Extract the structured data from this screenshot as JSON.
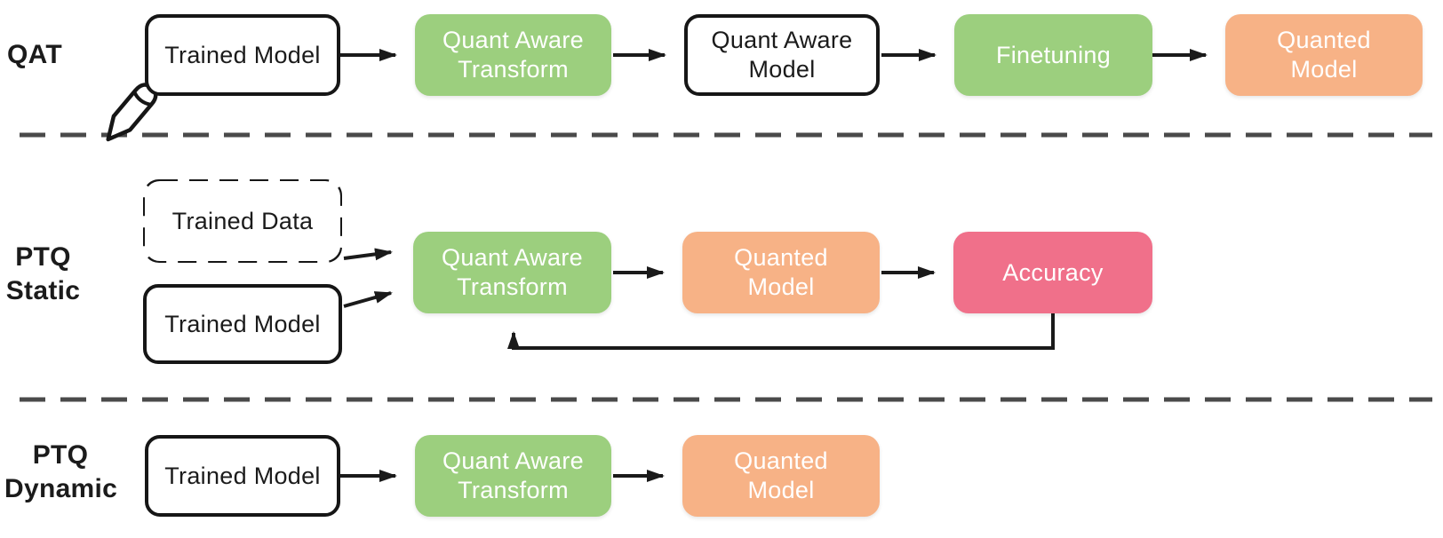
{
  "colors": {
    "process_green": "#9ccf7e",
    "result_orange": "#f7b286",
    "metric_red": "#f0708a",
    "box_border_black": "#161616",
    "arrow_black": "#1a1a1a",
    "divider_gray": "#4a4a4a"
  },
  "icons": {
    "pencil": "✏"
  },
  "rows": [
    {
      "id": "qat",
      "label_lines": [
        "QAT"
      ],
      "nodes": [
        {
          "id": "trained-model",
          "lines": [
            "Trained Model"
          ],
          "style": "plain"
        },
        {
          "id": "quant-aware-transform",
          "lines": [
            "Quant Aware",
            "Transform"
          ],
          "style": "green"
        },
        {
          "id": "quant-aware-model",
          "lines": [
            "Quant Aware",
            "Model"
          ],
          "style": "plain"
        },
        {
          "id": "finetuning",
          "lines": [
            "Finetuning"
          ],
          "style": "green"
        },
        {
          "id": "quanted-model",
          "lines": [
            "Quanted",
            "Model"
          ],
          "style": "orange"
        }
      ]
    },
    {
      "id": "ptq-static",
      "label_lines": [
        "PTQ",
        "Static"
      ],
      "nodes": [
        {
          "id": "trained-data",
          "lines": [
            "Trained Data"
          ],
          "style": "dashed"
        },
        {
          "id": "trained-model",
          "lines": [
            "Trained Model"
          ],
          "style": "plain"
        },
        {
          "id": "quant-aware-transform",
          "lines": [
            "Quant Aware",
            "Transform"
          ],
          "style": "green"
        },
        {
          "id": "quanted-model",
          "lines": [
            "Quanted",
            "Model"
          ],
          "style": "orange"
        },
        {
          "id": "accuracy",
          "lines": [
            "Accuracy"
          ],
          "style": "red"
        }
      ]
    },
    {
      "id": "ptq-dynamic",
      "label_lines": [
        "PTQ",
        "Dynamic"
      ],
      "nodes": [
        {
          "id": "trained-model",
          "lines": [
            "Trained Model"
          ],
          "style": "plain"
        },
        {
          "id": "quant-aware-transform",
          "lines": [
            "Quant Aware",
            "Transform"
          ],
          "style": "green"
        },
        {
          "id": "quanted-model",
          "lines": [
            "Quanted",
            "Model"
          ],
          "style": "orange"
        }
      ]
    }
  ]
}
